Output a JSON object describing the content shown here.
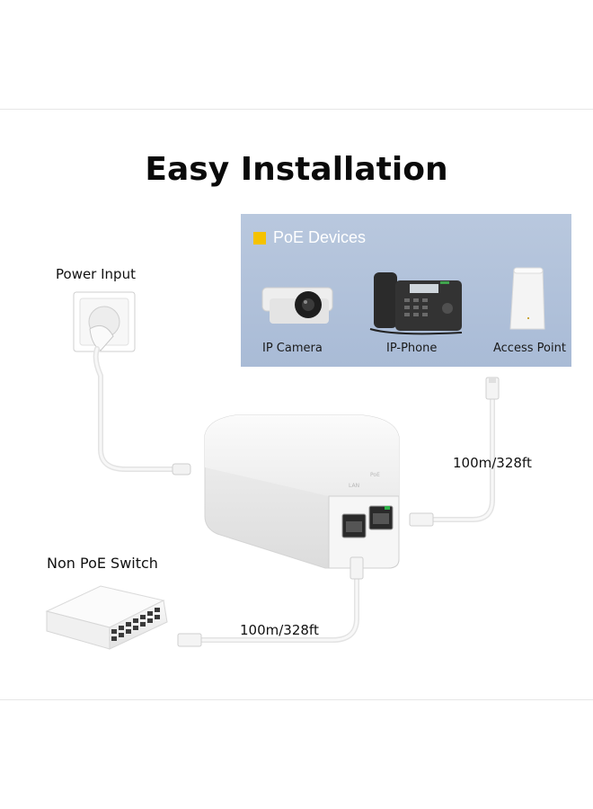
{
  "title": "Easy Installation",
  "panel": {
    "legend_label": "PoE Devices",
    "legend_color": "#f5c200",
    "devices": [
      {
        "label": "IP Camera",
        "icon": "ip-camera-icon"
      },
      {
        "label": "IP-Phone",
        "icon": "ip-phone-icon"
      },
      {
        "label": "Access Point",
        "icon": "access-point-icon"
      }
    ]
  },
  "power_input_label": "Power Input",
  "switch_label": "Non PoE Switch",
  "cable_length_poe": "100m/328ft",
  "cable_length_switch": "100m/328ft",
  "injector_port_labels": [
    "LAN",
    "PoE"
  ]
}
